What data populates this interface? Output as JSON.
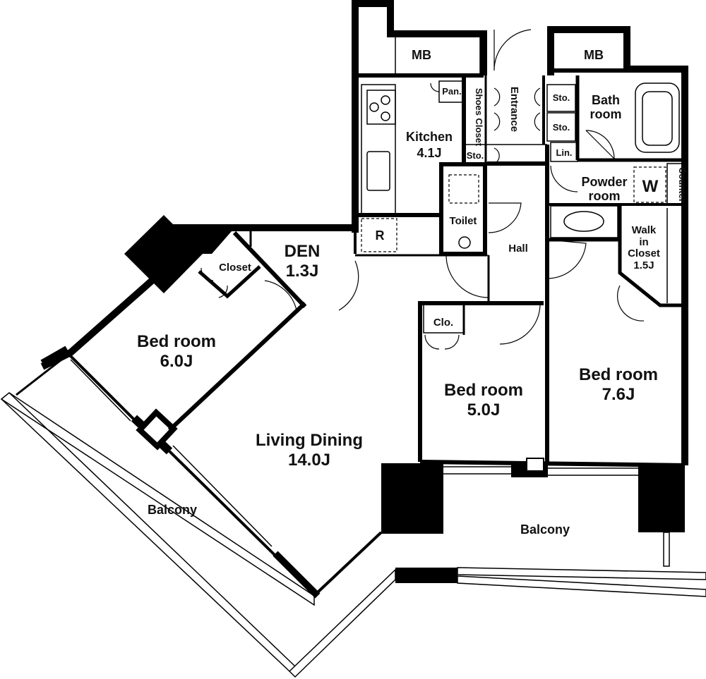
{
  "rooms": {
    "mb_left": "MB",
    "mb_right": "MB",
    "pantry": "Pan.",
    "shoes_closet": "Shoes Closet",
    "entrance": "Entrance",
    "storage_1": "Sto.",
    "storage_2": "Sto.",
    "storage_3": "Sto.",
    "bath_line1": "Bath",
    "bath_line2": "room",
    "kitchen_name": "Kitchen",
    "kitchen_size": "4.1J",
    "linen": "Lin.",
    "powder_line1": "Powder",
    "powder_line2": "room",
    "washer": "W",
    "counter": "Counter",
    "toilet": "Toilet",
    "refrigerator": "R",
    "hall": "Hall",
    "walk_in_line1": "Walk",
    "walk_in_line2": "in",
    "walk_in_line3": "Closet",
    "walk_in_size": "1.5J",
    "den_name": "DEN",
    "den_size": "1.3J",
    "closet": "Closet",
    "clo": "Clo.",
    "bed1_name": "Bed room",
    "bed1_size": "6.0J",
    "bed2_name": "Bed room",
    "bed2_size": "5.0J",
    "bed3_name": "Bed room",
    "bed3_size": "7.6J",
    "living_name": "Living Dining",
    "living_size": "14.0J",
    "balcony_left": "Balcony",
    "balcony_right": "Balcony"
  }
}
